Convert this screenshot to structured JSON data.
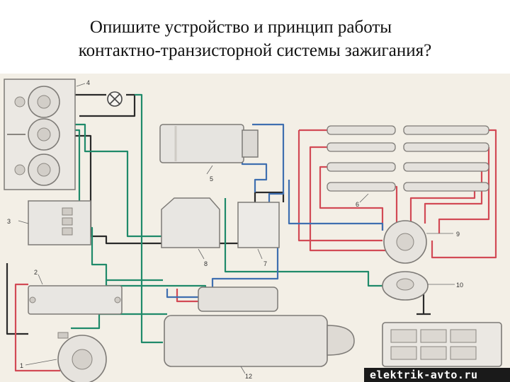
{
  "slide": {
    "title_line1": "Опишите устройство и принцип работы",
    "title_line2": "контактно-транзисторной системы зажигания?"
  },
  "diagram": {
    "component_numbers": [
      "1",
      "2",
      "3",
      "4",
      "5",
      "6",
      "7",
      "8",
      "9",
      "10",
      "12"
    ],
    "watermark": "elektrik-avto.ru",
    "colors": {
      "background": "#f3efe6",
      "wire_green": "#1f8a6a",
      "wire_black": "#2a2a2a",
      "wire_red": "#d24a55",
      "wire_blue": "#3f6fb0",
      "component_fill": "#e8e6e2",
      "component_stroke": "#7d7a76"
    }
  }
}
